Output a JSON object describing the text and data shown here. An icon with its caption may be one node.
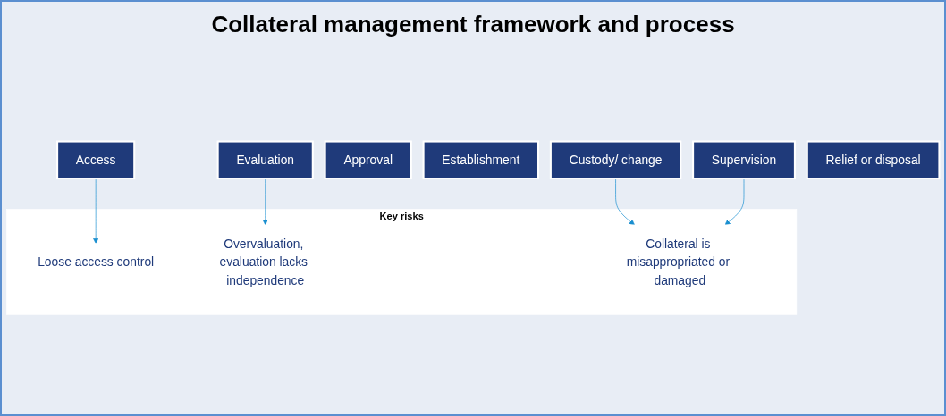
{
  "diagram": {
    "title": "Collateral management framework and process",
    "nodes": [
      {
        "text": [
          "Access"
        ]
      },
      {
        "text": [
          "Evaluation"
        ]
      },
      {
        "text": [
          "Approval"
        ]
      },
      {
        "text": [
          "Establishment"
        ]
      },
      {
        "text": [
          "Custody/ change"
        ]
      },
      {
        "text": [
          "Supervision"
        ]
      },
      {
        "text": [
          "Relief or disposal"
        ]
      },
      {
        "text": [
          "Key risks"
        ]
      },
      {
        "text": [
          "Loose access control"
        ],
        "in": 7
      },
      {
        "text": [
          "Overvaluation, evaluation lacks independence"
        ],
        "in": 7
      },
      {
        "text": [
          "Collateral is misappropriated or damaged"
        ],
        "in": 7
      }
    ],
    "edges": [
      {
        "from": 0,
        "to": 8,
        "arrow": "to"
      },
      {
        "from": 1,
        "to": 9,
        "arrow": "to"
      },
      {
        "from": 4,
        "to": 10,
        "arrow": "to"
      },
      {
        "from": 5,
        "to": 10,
        "arrow": "to"
      }
    ]
  }
}
